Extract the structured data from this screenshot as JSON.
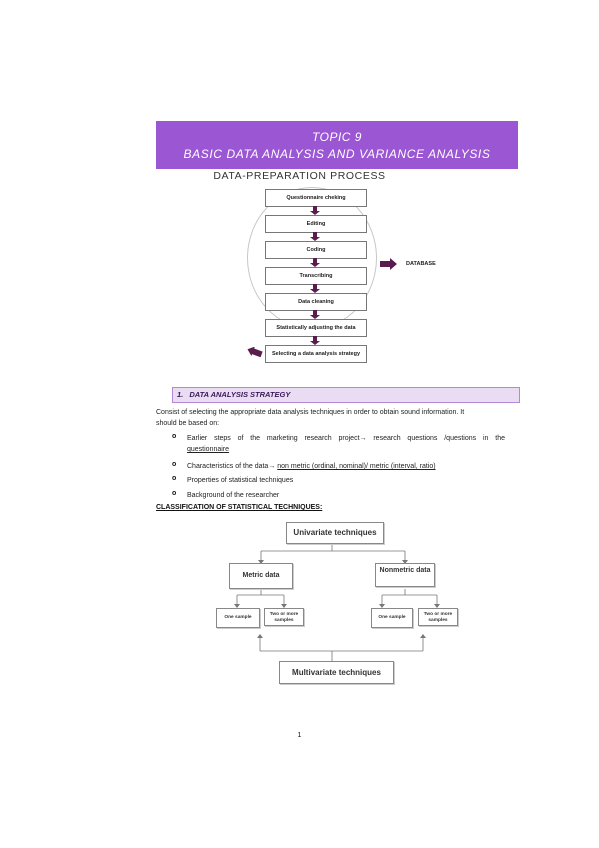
{
  "banner": {
    "line1": "TOPIC 9",
    "line2": "BASIC DATA ANALYSIS AND VARIANCE ANALYSIS"
  },
  "flowchart": {
    "title": "DATA-PREPARATION PROCESS",
    "steps": [
      "Questionnaire cheking",
      "Editing",
      "Coding",
      "Transcribing",
      "Data cleaning",
      "Statistically adjusting the data",
      "Selecting a data analysis strategy"
    ],
    "database_label": "DATABASE"
  },
  "section1": {
    "number": "1.",
    "title": "DATA ANALYSIS STRATEGY",
    "intro_line1": "Consist of selecting the appropriate data analysis techniques in order to obtain sound information. It",
    "intro_line2": "should be based on:",
    "bullet_marker": "o",
    "bullets": {
      "b1_pre": "Earlier steps of the marketing research project→ research questions /questions in the",
      "b1_u": "questionnaire",
      "b2_pre": "Characteristics of the data→ ",
      "b2_u": "non metric (ordinal, nominal)/ metric (interval, ratio)",
      "b3": "Properties of statistical techniques",
      "b4": "Background of the researcher"
    }
  },
  "classification": {
    "heading": "CLASSIFICATION OF STATISTICAL TECHNIQUES:",
    "top": "Univariate techniques",
    "left": "Metric data",
    "right": "Nonmetric data",
    "one_sample": "One sample",
    "two_samples": "Two or more samples",
    "bottom": "Multivariate techniques"
  },
  "page_number": "1"
}
